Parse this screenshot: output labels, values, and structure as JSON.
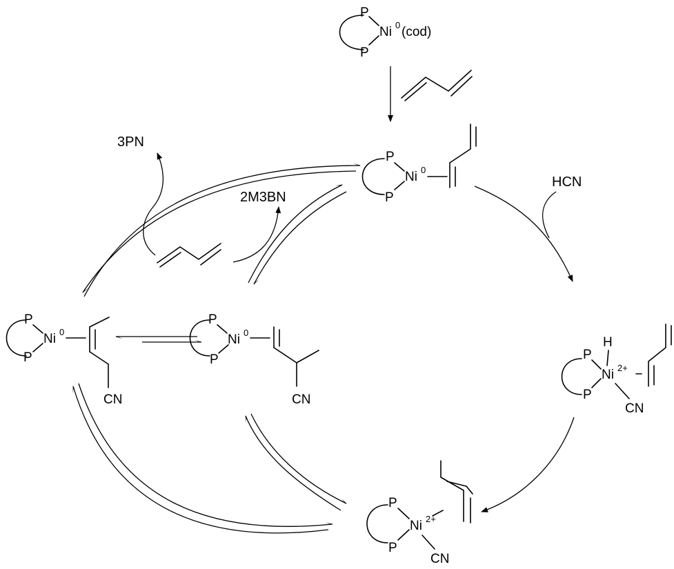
{
  "figure": {
    "precatalyst": {
      "metal": "Ni",
      "charge": "0",
      "ligand": "(cod)",
      "P": "P"
    },
    "reagents": {
      "hcn": "HCN"
    },
    "products": {
      "pn3": "3PN",
      "m2m3bn": "2M3BN"
    },
    "species": {
      "butadiene_complex": {
        "metal": "Ni",
        "charge": "0",
        "P": "P"
      },
      "hydrido_complex": {
        "metal": "Ni",
        "charge": "2+",
        "H": "H",
        "CN": "CN",
        "P": "P"
      },
      "allyl_complex": {
        "metal": "Ni",
        "charge": "2+",
        "CN": "CN",
        "P": "P"
      },
      "pn3_complex": {
        "metal": "Ni",
        "charge": "0",
        "CN": "CN",
        "P": "P"
      },
      "m2m3bn_complex": {
        "metal": "Ni",
        "charge": "0",
        "CN": "CN",
        "P": "P"
      }
    }
  },
  "colors": {
    "ink": "#000000",
    "background": "#ffffff"
  }
}
